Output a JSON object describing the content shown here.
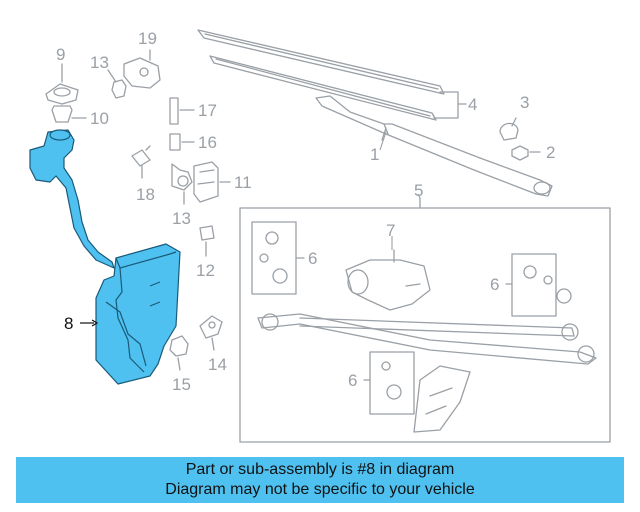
{
  "diagram": {
    "callouts": {
      "c1": "1",
      "c2": "2",
      "c3": "3",
      "c4": "4",
      "c5": "5",
      "c6a": "6",
      "c6b": "6",
      "c6c": "6",
      "c7": "7",
      "c8": "8",
      "c9": "9",
      "c10": "10",
      "c11": "11",
      "c12": "12",
      "c13a": "13",
      "c13b": "13",
      "c14": "14",
      "c15": "15",
      "c16": "16",
      "c17": "17",
      "c18": "18",
      "c19": "19"
    },
    "highlighted_part": "8",
    "colors": {
      "highlight": "#4fc1f0",
      "line": "#9aa0a6",
      "selected_label": "#111111"
    }
  },
  "banner": {
    "line1": "Part or sub-assembly is #8 in diagram",
    "line2": "Diagram may not be specific to your vehicle"
  }
}
